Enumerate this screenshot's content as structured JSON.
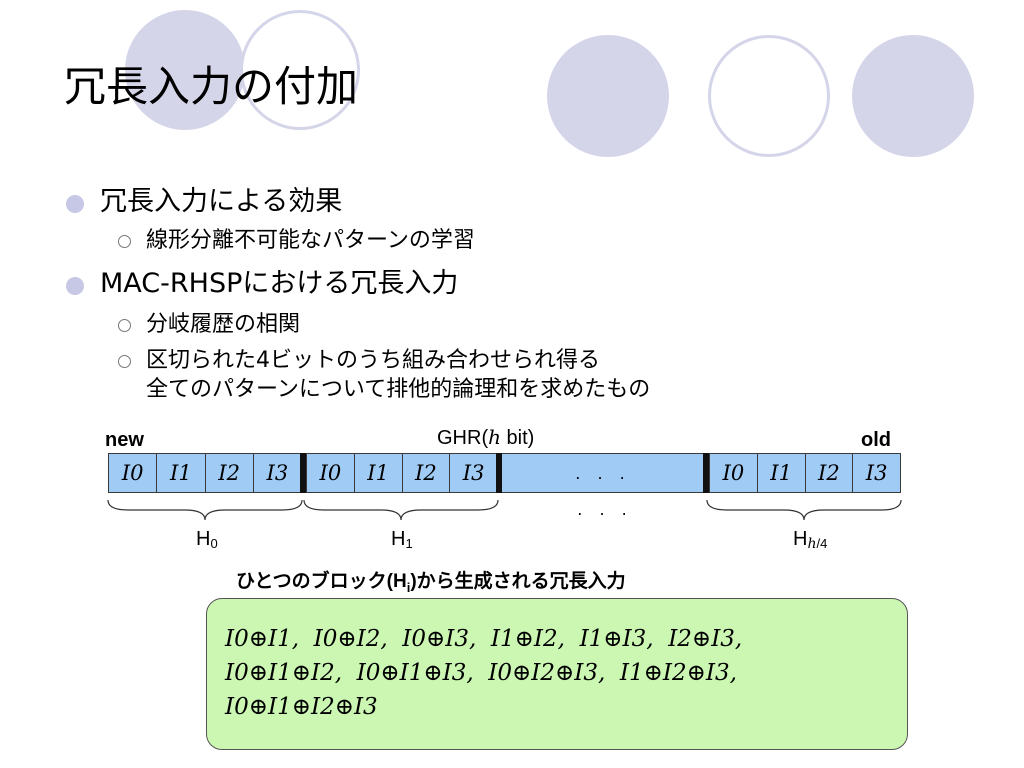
{
  "title": "冗長入力の付加",
  "bullets": [
    {
      "text": "冗長入力による効果",
      "sub": [
        "線形分離不可能なパターンの学習"
      ]
    },
    {
      "text": "MAC-RHSPにおける冗長入力",
      "sub": [
        "分岐履歴の相関",
        "区切られた4ビットのうち組み合わせられ得る",
        "全てのパターンについて排他的論理和を求めたもの"
      ]
    }
  ],
  "diagram": {
    "ghr_label_prefix": "GHR(",
    "ghr_label_var": "h",
    "ghr_label_suffix": " bit)",
    "new_label": "new",
    "old_label": "old",
    "group_cells": [
      "I0",
      "I1",
      "I2",
      "I3"
    ],
    "ellipsis": ". . .",
    "groups": [
      {
        "label": "H",
        "sub": "0"
      },
      {
        "label": "H",
        "sub": "1"
      },
      {
        "label": "H",
        "sub_var": "h",
        "sub_suffix": "/4"
      }
    ],
    "caption_prefix": "ひとつのブロック(H",
    "caption_sub": "i",
    "caption_suffix": ")から生成される冗長入力",
    "formulas": [
      "I0⊕I1,  I0⊕I2,  I0⊕I3,  I1⊕I2,  I1⊕I3,  I2⊕I3,",
      "I0⊕I1⊕I2,  I0⊕I1⊕I3,  I0⊕I2⊕I3,  I1⊕I2⊕I3,",
      "I0⊕I1⊕I2⊕I3"
    ]
  },
  "colors": {
    "decor": "#d5d5ea",
    "bullet": "#c7c7e6",
    "register": "#9fcbf5",
    "formula_box": "#ccf7b3"
  }
}
